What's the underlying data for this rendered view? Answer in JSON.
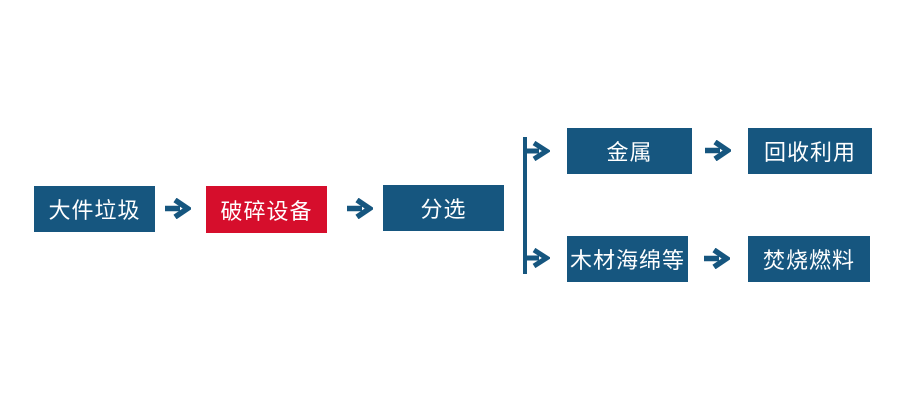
{
  "diagram": {
    "type": "flowchart",
    "background": "#FFFFFF",
    "colors": {
      "node_blue": "#16567F",
      "node_red": "#D60E2C",
      "connector_blue": "#16567F",
      "label_text": "#FFFFFF"
    },
    "nodes": {
      "bulky_waste": {
        "label": "大件垃圾",
        "color": "#16567F"
      },
      "crushing_equipment": {
        "label": "破碎设备",
        "color": "#D60E2C"
      },
      "sorting": {
        "label": "分选",
        "color": "#16567F"
      },
      "metal": {
        "label": "金属",
        "color": "#16567F"
      },
      "recycling": {
        "label": "回收利用",
        "color": "#16567F"
      },
      "wood_sponge": {
        "label": "木材海绵等",
        "color": "#16567F"
      },
      "incineration_fuel": {
        "label": "焚烧燃料",
        "color": "#16567F"
      }
    },
    "flows": [
      "大件垃圾 → 破碎设备 → 分选",
      "分选 → 金属 → 回收利用",
      "分选 → 木材海绵等 → 焚烧燃料"
    ]
  }
}
